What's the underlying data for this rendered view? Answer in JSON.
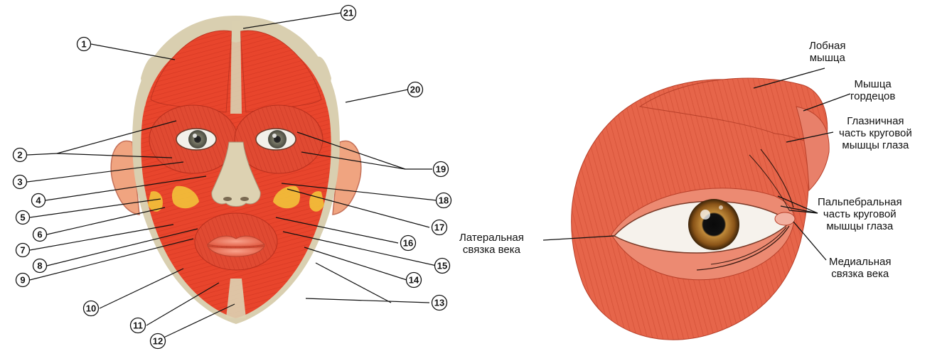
{
  "face_callouts": [
    {
      "num": "1"
    },
    {
      "num": "2"
    },
    {
      "num": "3"
    },
    {
      "num": "4"
    },
    {
      "num": "5"
    },
    {
      "num": "6"
    },
    {
      "num": "7"
    },
    {
      "num": "8"
    },
    {
      "num": "9"
    },
    {
      "num": "10"
    },
    {
      "num": "11"
    },
    {
      "num": "12"
    },
    {
      "num": "13"
    },
    {
      "num": "14"
    },
    {
      "num": "15"
    },
    {
      "num": "16"
    },
    {
      "num": "17"
    },
    {
      "num": "18"
    },
    {
      "num": "19"
    },
    {
      "num": "20"
    },
    {
      "num": "21"
    }
  ],
  "eye_labels": {
    "frontal": [
      "Лобная",
      "мышца"
    ],
    "procerus": [
      "Мышца",
      "гордецов"
    ],
    "orbital": [
      "Глазничная",
      "часть круговой",
      "мышцы глаза"
    ],
    "palpebral": [
      "Пальпебральная",
      "часть круговой",
      "мышцы глаза"
    ],
    "lateral_ligament": [
      "Латеральная",
      "связка века"
    ],
    "medial_ligament": [
      "Медиальная",
      "связка века"
    ]
  },
  "colors": {
    "muscle": "#e8452c",
    "muscle_dark": "#c9301c",
    "muscle_light": "#f47a5e",
    "tendon": "#d9cfb0",
    "fat": "#f2c23a",
    "iris_face": "#6a6a5a",
    "iris_eye": "#8a5418",
    "line": "#111111"
  }
}
